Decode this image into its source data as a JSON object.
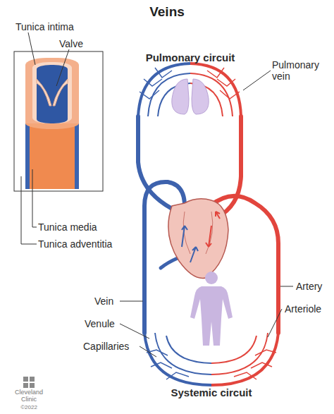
{
  "diagram": {
    "title": "Veins",
    "labels": [
      "Tunica intima",
      "Valve",
      "Tunica media",
      "Tunica adventitia",
      "Pulmonary circuit",
      "Pulmonary vein",
      "Vein",
      "Venule",
      "Capillaries",
      "Artery",
      "Arteriole",
      "Systemic circuit",
      "Cleveland Clinic",
      "©2022"
    ]
  }
}
